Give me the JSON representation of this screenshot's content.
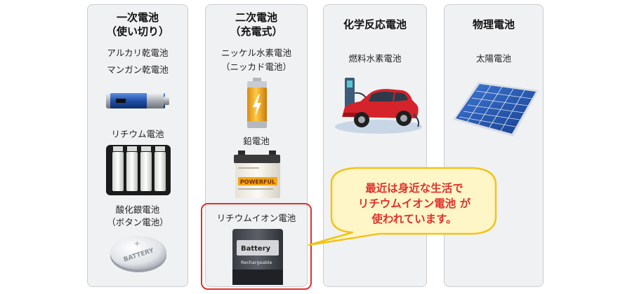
{
  "panels": [
    {
      "title_line1": "一次電池",
      "title_line2": "（使い切り）",
      "items": [
        "アルカリ乾電池",
        "マンガン乾電池",
        "リチウム電池",
        "酸化銀電池",
        "（ボタン電池）"
      ]
    },
    {
      "title_line1": "二次電池",
      "title_line2": "（充電式）",
      "items": [
        "ニッケル水素電池",
        "（ニッカド電池）",
        "鉛電池",
        "リチウムイオン電池"
      ]
    },
    {
      "title_line1": "化学反応電池",
      "items": [
        "燃料水素電池"
      ]
    },
    {
      "title_line1": "物理電池",
      "items": [
        "太陽電池"
      ]
    }
  ],
  "callout": {
    "line1": "最近は身近な生活で",
    "line2": "リチウムイオン電池 が",
    "line3": "使われています。"
  },
  "artwork_text": {
    "button_cell": "BATTERY",
    "lead_acid_brand": "POWERFUL",
    "li_ion_label": "Battery",
    "li_ion_sub": "Rechargeable"
  },
  "colors": {
    "accent_red": "#e0312b",
    "callout_fill": "#fff6c8",
    "callout_border": "#f2c318",
    "panel_bg": "#f0f1f3"
  }
}
